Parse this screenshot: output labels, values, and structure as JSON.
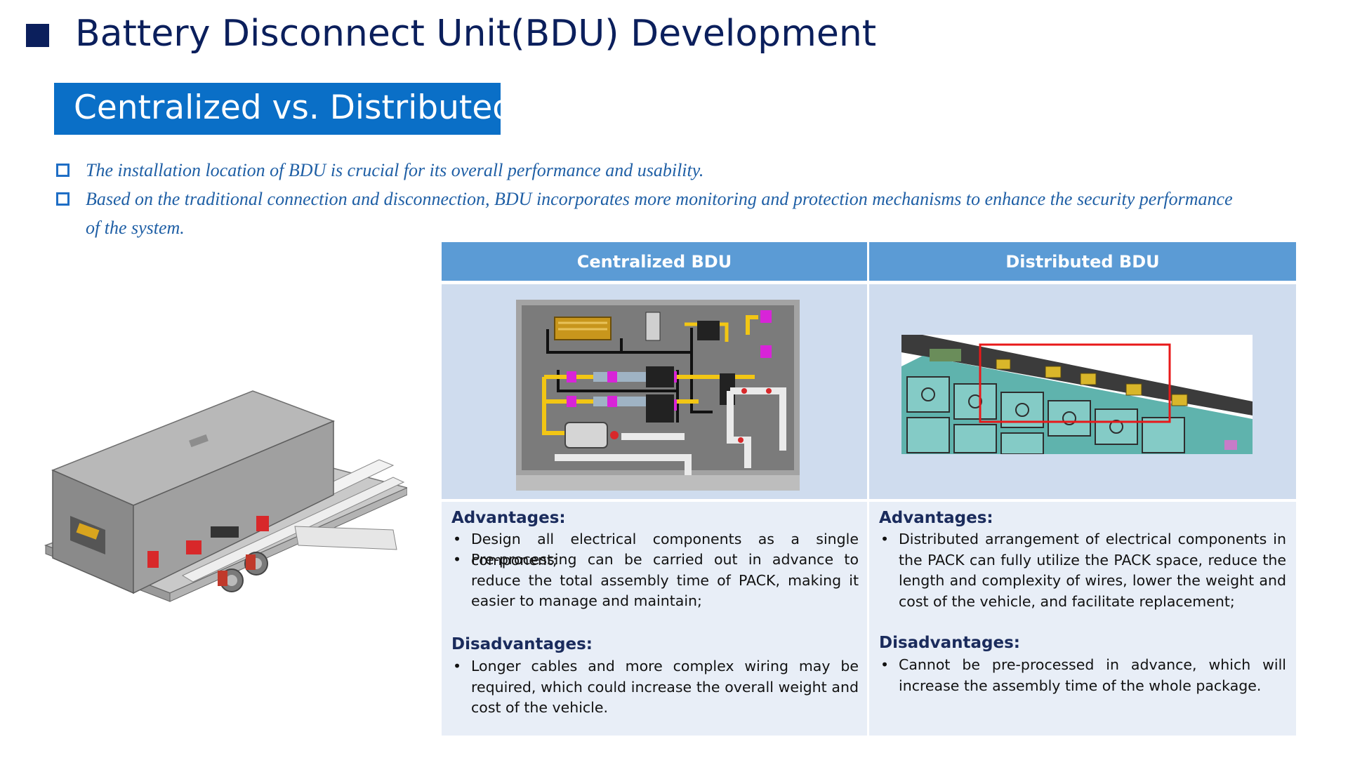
{
  "slide": {
    "title": "Battery Disconnect Unit(BDU) Development",
    "subtitle": "Centralized vs. Distributed",
    "bullets": [
      "The installation location of BDU is crucial for its overall performance and usability.",
      "Based on the traditional connection and disconnection, BDU incorporates more monitoring and protection mechanisms to enhance the security performance of the system."
    ]
  },
  "table": {
    "headers": [
      "Centralized BDU",
      "Distributed BDU"
    ],
    "centralized": {
      "advantages_label": "Advantages:",
      "advantages": [
        "Design all electrical components as a single component;",
        "Pre-processing can be carried out in advance to reduce the total assembly time of PACK, making it easier to manage and maintain;"
      ],
      "disadvantages_label": "Disadvantages:",
      "disadvantages": [
        "Longer cables and more complex wiring may be required, which could increase the overall weight and cost of the vehicle."
      ]
    },
    "distributed": {
      "advantages_label": "Advantages:",
      "advantages": [
        "Distributed arrangement of electrical components in the PACK can fully utilize the PACK space, reduce the length and complexity of wires, lower the weight and cost of the vehicle, and facilitate replacement;"
      ],
      "disadvantages_label": "Disadvantages:",
      "disadvantages": [
        "Cannot be pre-processed in advance, which will increase the assembly time of the whole package."
      ]
    }
  },
  "colors": {
    "title": "#0b1f5c",
    "subtitle_bg": "#0a6fc7",
    "bullet_text": "#1f5fa5",
    "table_header": "#5b9bd5",
    "image_cell": "#cfdcee",
    "text_cell": "#e8eef7",
    "highlight": "#e8191a"
  }
}
